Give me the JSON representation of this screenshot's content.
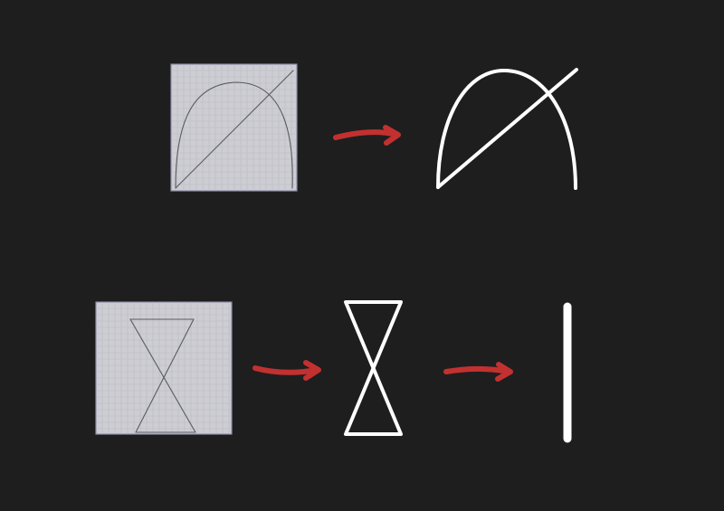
{
  "colors": {
    "background": "#1e1e1f",
    "arrow": "#c2312f",
    "stroke": "#ffffff",
    "paper": "#cdcdd3"
  },
  "rows": [
    {
      "id": "arch",
      "items": [
        "sketch-photo",
        "arrow",
        "vector-arch"
      ]
    },
    {
      "id": "hourglass",
      "items": [
        "sketch-photo",
        "arrow",
        "vector-hourglass",
        "arrow",
        "vector-bar"
      ]
    }
  ]
}
